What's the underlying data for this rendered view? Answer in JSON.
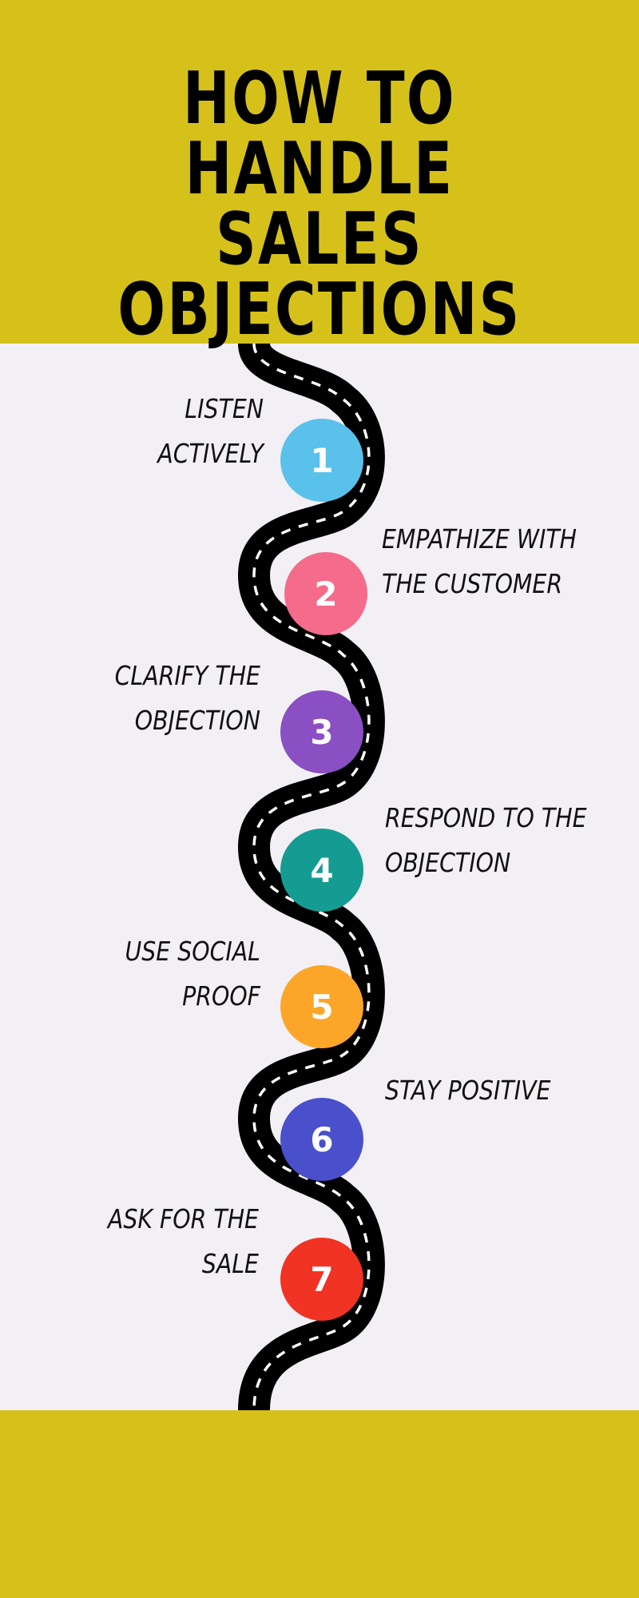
{
  "colors": {
    "banner": "#D5C11A",
    "background": "#F2F0F4",
    "road": "#000000",
    "road_marking": "#FFFFFF"
  },
  "title_lines": [
    "HOW TO HANDLE",
    "SALES",
    "OBJECTIONS"
  ],
  "steps": [
    {
      "number": "1",
      "lines": [
        "LISTEN",
        "ACTIVELY"
      ],
      "color": "#5AC1EB"
    },
    {
      "number": "2",
      "lines": [
        "EMPATHIZE WITH",
        "THE CUSTOMER"
      ],
      "color": "#F46B8C"
    },
    {
      "number": "3",
      "lines": [
        "CLARIFY THE",
        "OBJECTION"
      ],
      "color": "#8A4FC3"
    },
    {
      "number": "4",
      "lines": [
        "RESPOND TO THE",
        "OBJECTION"
      ],
      "color": "#159C92"
    },
    {
      "number": "5",
      "lines": [
        "USE SOCIAL",
        "PROOF"
      ],
      "color": "#FBA629"
    },
    {
      "number": "6",
      "lines": [
        "STAY POSITIVE"
      ],
      "color": "#4A4FCC"
    },
    {
      "number": "7",
      "lines": [
        "ASK FOR THE",
        "SALE"
      ],
      "color": "#F13323"
    }
  ]
}
